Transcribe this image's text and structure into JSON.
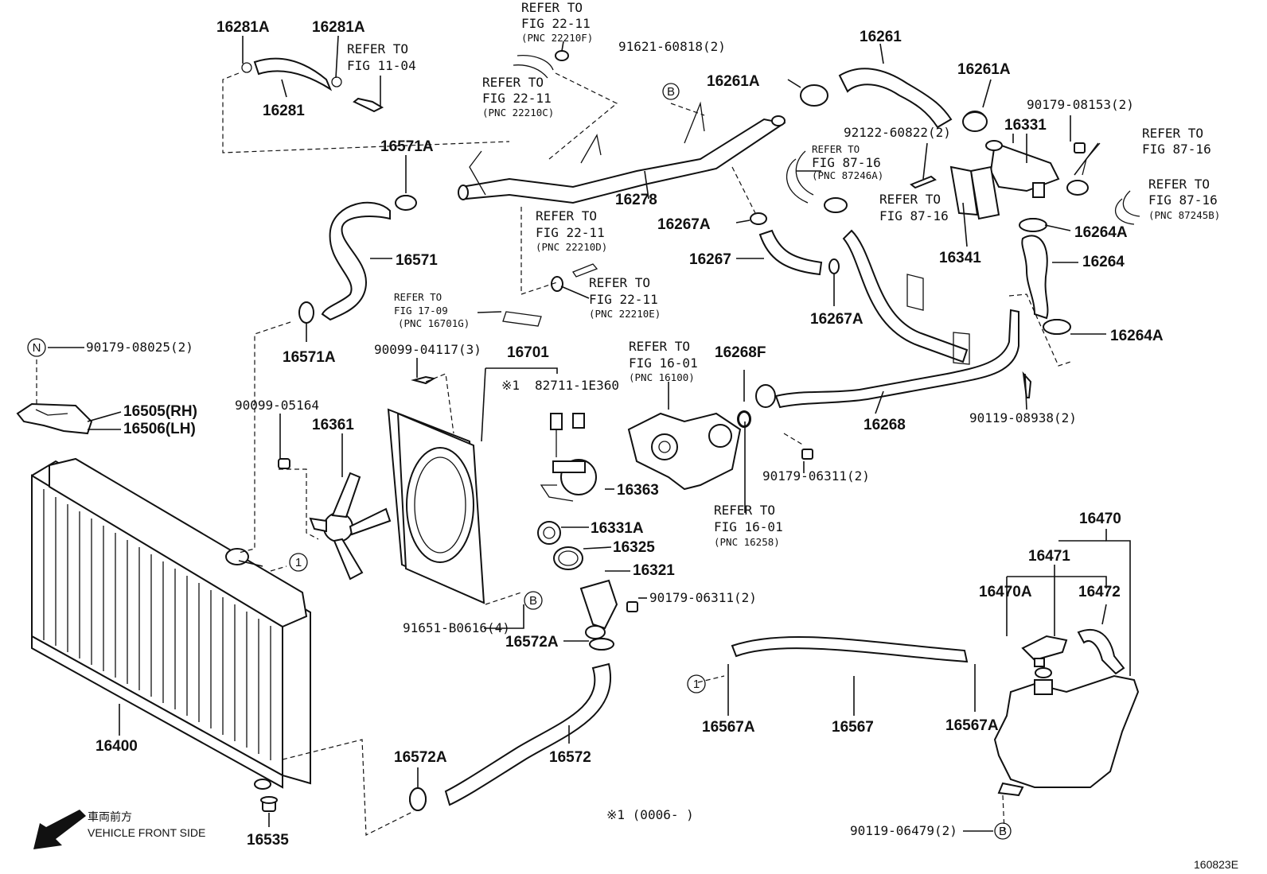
{
  "parts": {
    "p16281A_1": "16281A",
    "p16281A_2": "16281A",
    "p16281": "16281",
    "p16261": "16261",
    "p16261A_1": "16261A",
    "p16261A_2": "16261A",
    "p16331": "16331",
    "p16341": "16341",
    "p16264A_1": "16264A",
    "p16264": "16264",
    "p16264A_2": "16264A",
    "p16571A_1": "16571A",
    "p16571": "16571",
    "p16571A_2": "16571A",
    "p16278": "16278",
    "p16267A_1": "16267A",
    "p16267": "16267",
    "p16267A_2": "16267A",
    "p16268F": "16268F",
    "p16268": "16268",
    "p16701": "16701",
    "p16361": "16361",
    "p16363": "16363",
    "p16331A": "16331A",
    "p16325": "16325",
    "p16321": "16321",
    "p16572A_1": "16572A",
    "p16572A_2": "16572A",
    "p16572": "16572",
    "p16505": "16505(RH)",
    "p16506": "16506(LH)",
    "p16400": "16400",
    "p16535": "16535",
    "p16567A_1": "16567A",
    "p16567": "16567",
    "p16567A_2": "16567A",
    "p16470": "16470",
    "p16471": "16471",
    "p16470A": "16470A",
    "p16472": "16472"
  },
  "bolts": {
    "b91621": "91621-60818(2)",
    "b90179_08153": "90179-08153(2)",
    "b92122": "92122-60822(2)",
    "b90179_08025": "90179-08025(2)",
    "b90099_04117": "90099-04117(3)",
    "b90099_05164": "90099-05164",
    "b82711": "82711-1E360",
    "b90119_08938": "90119-08938(2)",
    "b90179_06311_a": "90179-06311(2)",
    "b90179_06311_b": "90179-06311(2)",
    "b91651": "91651-B0616(4)",
    "b90119_06479": "90119-06479(2)"
  },
  "refs": {
    "refer_to": "REFER TO",
    "fig_22_11": "FIG 22-11",
    "fig_11_04": "FIG 11-04",
    "fig_87_16": "FIG 87-16",
    "fig_17_09": "FIG 17-09",
    "fig_16_01": "FIG 16-01",
    "pnc_22210F": "(PNC 22210F)",
    "pnc_22210C": "(PNC 22210C)",
    "pnc_22210D": "(PNC 22210D)",
    "pnc_22210E": "(PNC 22210E)",
    "pnc_87246A": "(PNC 87246A)",
    "pnc_87245B": "(PNC 87245B)",
    "pnc_16701G": "(PNC 16701G)",
    "pnc_16100": "(PNC 16100)",
    "pnc_16258": "(PNC 16258)"
  },
  "callouts": {
    "one": "1",
    "b": "B",
    "n": "N"
  },
  "notes": {
    "note_mark": "※1",
    "note_range": "※1 (0006-      )",
    "front_jp": "車両前方",
    "front_en": "VEHICLE FRONT SIDE",
    "diagram_code": "160823E"
  }
}
